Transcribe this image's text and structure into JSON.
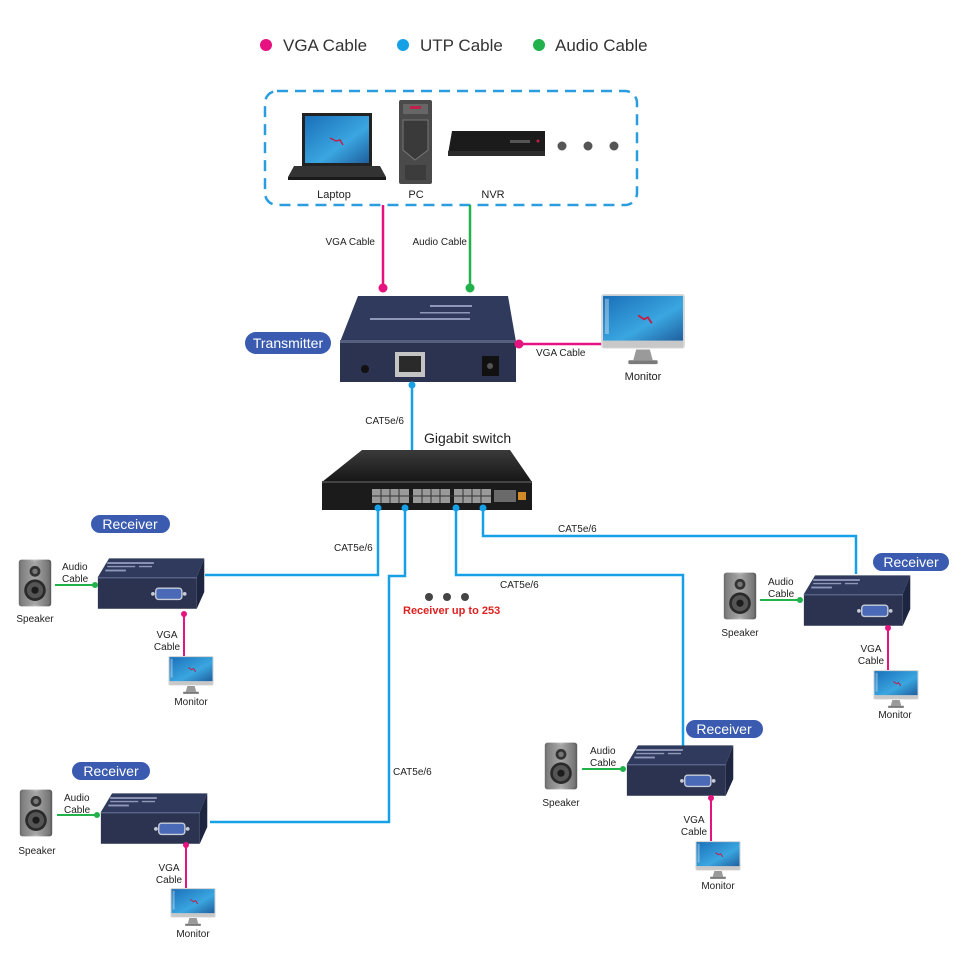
{
  "legend": [
    {
      "label": "VGA Cable",
      "color": "#e6127f"
    },
    {
      "label": "UTP Cable",
      "color": "#16a1e7"
    },
    {
      "label": "Audio Cable",
      "color": "#22b24c"
    }
  ],
  "colors": {
    "vga": "#e6127f",
    "utp": "#16a1e7",
    "audio": "#22b24c",
    "pill": "#3a5bb0",
    "device": "#2b3350",
    "highlight_text": "#e0201f"
  },
  "sources": {
    "devices": [
      {
        "label": "Laptop",
        "icon": "laptop-icon"
      },
      {
        "label": "PC",
        "icon": "pc-tower-icon"
      },
      {
        "label": "NVR",
        "icon": "nvr-icon"
      }
    ],
    "more": "more-dots-icon"
  },
  "links": {
    "source_vga": "VGA Cable",
    "source_audio": "Audio Cable",
    "tx_monitor_vga": "VGA Cable",
    "tx_switch": "CAT5e/6",
    "switch_rx1": "CAT5e/6",
    "switch_rx2": "CAT5e/6",
    "switch_rx3": "CAT5e/6",
    "switch_rx4": "CAT5e/6"
  },
  "transmitter": {
    "pill": "Transmitter",
    "monitor_label": "Monitor"
  },
  "switch": {
    "label": "Gigabit switch"
  },
  "receivers_note": "Receiver up to 253",
  "receivers": [
    {
      "pill": "Receiver",
      "speaker": "Speaker",
      "audio_label_1": "Audio",
      "audio_label_2": "Cable",
      "vga_label_1": "VGA",
      "vga_label_2": "Cable",
      "monitor": "Monitor"
    },
    {
      "pill": "Receiver",
      "speaker": "Speaker",
      "audio_label_1": "Audio",
      "audio_label_2": "Cable",
      "vga_label_1": "VGA",
      "vga_label_2": "Cable",
      "monitor": "Monitor"
    },
    {
      "pill": "Receiver",
      "speaker": "Speaker",
      "audio_label_1": "Audio",
      "audio_label_2": "Cable",
      "vga_label_1": "VGA",
      "vga_label_2": "Cable",
      "monitor": "Monitor"
    },
    {
      "pill": "Receiver",
      "speaker": "Speaker",
      "audio_label_1": "Audio",
      "audio_label_2": "Cable",
      "vga_label_1": "VGA",
      "vga_label_2": "Cable",
      "monitor": "Monitor"
    }
  ]
}
